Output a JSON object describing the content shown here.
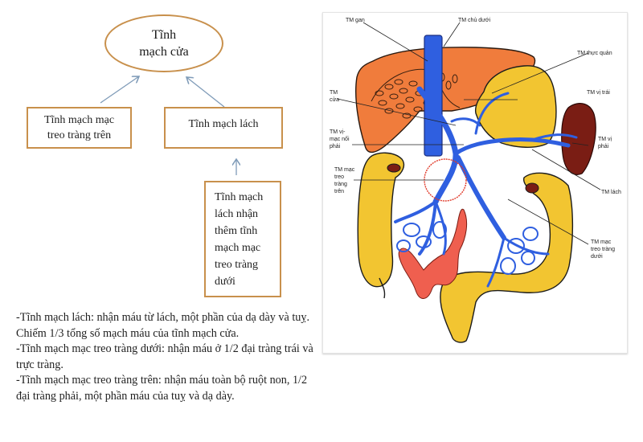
{
  "flowchart": {
    "root": {
      "line1": "Tĩnh",
      "line2": "mạch cửa"
    },
    "box_superior_mesenteric": {
      "line1": "Tĩnh mạch mạc",
      "line2": "treo tràng trên"
    },
    "box_splenic": {
      "label": "Tĩnh mạch lách"
    },
    "box_inferior_mesenteric": {
      "lines": [
        "Tĩnh mạch",
        "lách nhận",
        "thêm tĩnh",
        "mạch mạc",
        "treo tràng",
        "dưới"
      ]
    },
    "colors": {
      "box_border": "#c8904c",
      "arrow": "#7f9bb8"
    }
  },
  "notes": [
    "-Tĩnh mạch lách: nhận máu từ lách, một phần của dạ dày và tuỵ. Chiếm 1/3 tổng số mạch máu của tĩnh mạch cửa.",
    "-Tĩnh mạch mạc treo tràng dưới: nhận máu ở 1/2 đại tràng trái và trực tràng.",
    "-Tĩnh mạch mạc treo tràng trên: nhận máu toàn bộ ruột non, 1/2 đại tràng phải, một phần máu của tuỵ và dạ dày."
  ],
  "anatomy_figure": {
    "labels": {
      "hepatic_vein": "TM gan",
      "ivc": "TM chủ dưới",
      "esophageal_vein": "TM thực quản",
      "portal_vein_1": "TM",
      "portal_vein_2": "cửa",
      "left_gastric_vein": "TM vị trái",
      "gastroepiploic_1": "TM vị-",
      "gastroepiploic_2": "mạc nối",
      "gastroepiploic_3": "phải",
      "right_gastric_1": "TM vị",
      "right_gastric_2": "phải",
      "smv_1": "TM mạc",
      "smv_2": "treo",
      "smv_3": "tràng",
      "smv_4": "trên",
      "splenic_vein": "TM lách",
      "imv_1": "TM mạc",
      "imv_2": "treo tràng",
      "imv_3": "dưới"
    },
    "colors": {
      "liver": "#f07c3c",
      "vein": "#2f5fe0",
      "colon": "#f2c531",
      "small_intestine": "#ef5f4f",
      "spleen": "#7a1d14",
      "highlight_circle": "#e03a2a"
    }
  }
}
